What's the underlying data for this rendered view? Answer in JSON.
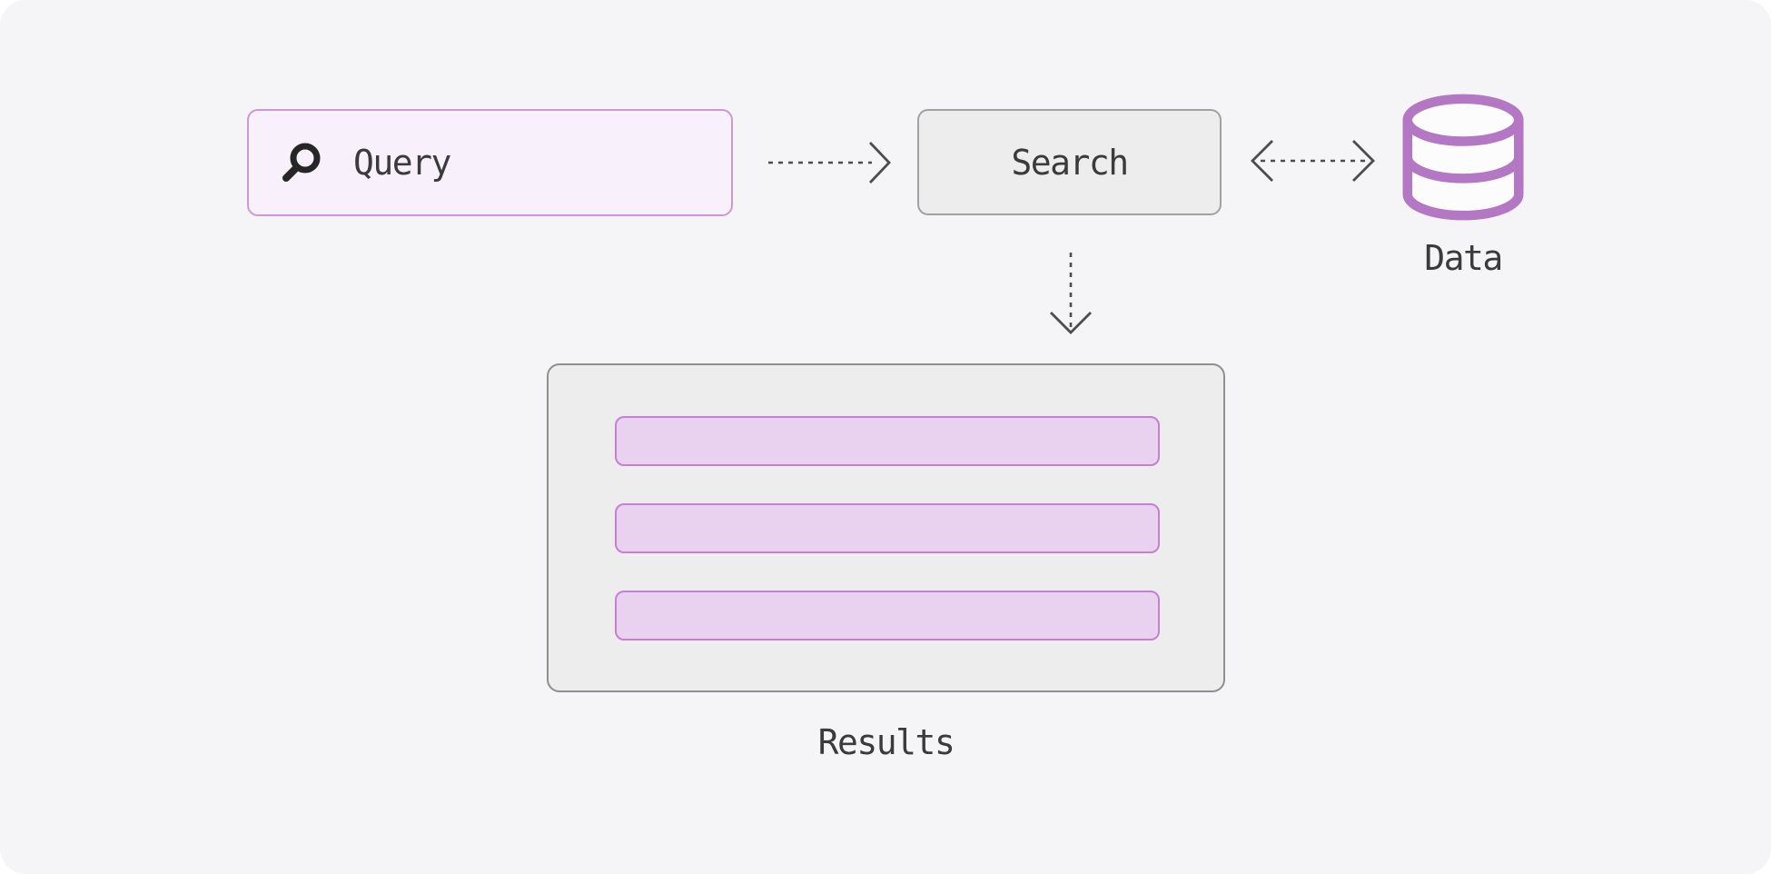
{
  "diagram": {
    "nodes": {
      "query": {
        "label": "Query",
        "icon": "search-icon"
      },
      "search": {
        "label": "Search"
      },
      "data": {
        "label": "Data",
        "icon": "database-icon"
      },
      "results": {
        "label": "Results",
        "placeholder_rows": 3
      }
    },
    "arrows": [
      {
        "from": "query",
        "to": "search",
        "style": "dashed",
        "direction": "right"
      },
      {
        "from": "search",
        "to": "data",
        "style": "dashed",
        "direction": "both"
      },
      {
        "from": "search",
        "to": "results",
        "style": "dashed",
        "direction": "down"
      }
    ],
    "colors": {
      "page_bg": "#ffffff",
      "canvas_bg": "#f5f4f6",
      "query_fill": "#f8f0fa",
      "query_border": "#ce97db",
      "gray_fill": "#ededed",
      "search_border": "#a1a1a1",
      "results_border": "#8f8f8f",
      "row_fill": "#e9d2f0",
      "row_border": "#c57fd3",
      "database_purple": "#b377c4",
      "arrow": "#4d4d4d",
      "text": "#3b3b3b",
      "magnifier_icon": "#262626"
    }
  }
}
